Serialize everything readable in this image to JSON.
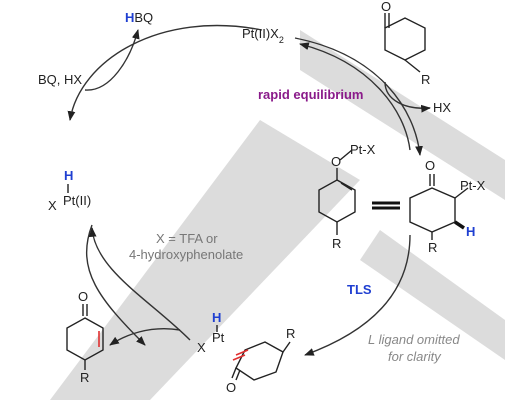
{
  "labels": {
    "pt_x2": "Pt(II)X",
    "pt_x2_sub": "2",
    "hbq_h": "H",
    "hbq_rest": "BQ",
    "bq_hx": "BQ, HX",
    "rapid_equilibrium": "rapid equilibrium",
    "hx": "HX",
    "enolate_ptx": "Pt-X",
    "enolate_o": "O",
    "enolate_r": "R",
    "ketone_o": "O",
    "ketone_r": "R",
    "cyclohexanone_o": "O",
    "cyclohexanone_r": "R",
    "alpha_ptx": "Pt-X",
    "alpha_o": "O",
    "alpha_h": "H",
    "alpha_r": "R",
    "hydride_h": "H",
    "hydride_x": "X",
    "hydride_pt": "Pt(II)",
    "x_def_line1": "X = TFA or",
    "x_def_line2": "4-hydroxyphenolate",
    "tls": "TLS",
    "l_ligand_line1": "L ligand omitted",
    "l_ligand_line2": "for clarity",
    "enone_o": "O",
    "enone_r": "R",
    "pi_h": "H",
    "pi_pt": "Pt",
    "pi_x": "X",
    "pi_r": "R",
    "pi_o": "O"
  },
  "colors": {
    "blue": "#1f3fd1",
    "purple": "#8a1a8a",
    "red": "#e03030",
    "watermark": "#dcdcdc"
  }
}
